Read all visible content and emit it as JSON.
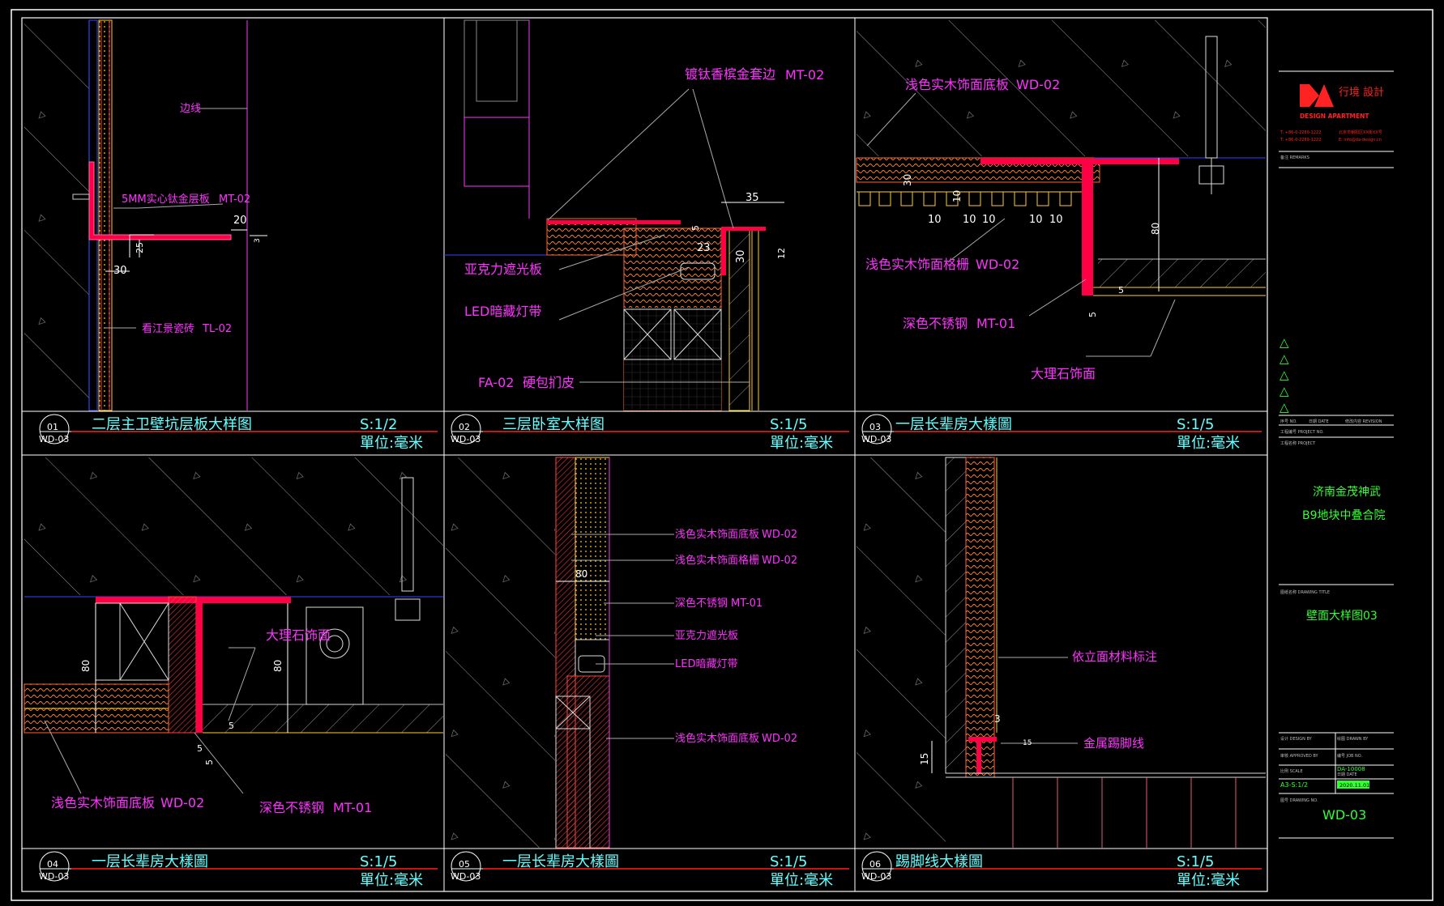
{
  "colors": {
    "background": "#000000",
    "frame": "#ffffff",
    "annotation": "#ff33ff",
    "title": "#66ffff",
    "scale_underline": "#ff2020",
    "dimension": "#ffffff",
    "hatch": "#bbbbbb",
    "wood": "#ffcc33",
    "metal": "#ff0044",
    "project_green": "#33ff33",
    "logo_red": "#ff2222"
  },
  "panels": [
    {
      "number": "01",
      "sheet": "WD-03",
      "title": "二层主卫壁坑层板大样图",
      "scale": "S:1/2",
      "unit": "單位:毫米",
      "labels": [
        "边线",
        "5MM实心钛金层板",
        "看江景瓷砖"
      ],
      "tags": [
        "MT-02",
        "TL-02"
      ],
      "dims": [
        "20",
        "25",
        "30",
        "3"
      ]
    },
    {
      "number": "02",
      "sheet": "WD-03",
      "title": "三层卧室大样图",
      "scale": "S:1/5",
      "unit": "單位:毫米",
      "labels": [
        "镀钛香槟金套边",
        "亚克力遮光板",
        "LED暗藏灯带",
        "硬包扪皮"
      ],
      "tags": [
        "MT-02",
        "FA-02"
      ],
      "dims": [
        "35",
        "5",
        "23",
        "30",
        "12"
      ]
    },
    {
      "number": "03",
      "sheet": "WD-03",
      "title": "一层长辈房大樣圖",
      "scale": "S:1/5",
      "unit": "單位:毫米",
      "labels": [
        "浅色实木饰面底板",
        "浅色实木饰面格栅",
        "深色不锈钢",
        "大理石饰面"
      ],
      "tags": [
        "WD-02",
        "WD-02",
        "MT-01"
      ],
      "dims": [
        "30",
        "10",
        "10",
        "10",
        "10",
        "10",
        "10",
        "80",
        "5",
        "5"
      ]
    },
    {
      "number": "04",
      "sheet": "WD-03",
      "title": "一层长辈房大樣圖",
      "scale": "S:1/5",
      "unit": "單位:毫米",
      "labels": [
        "大理石饰面",
        "浅色实木饰面底板",
        "深色不锈钢"
      ],
      "tags": [
        "WD-02",
        "MT-01"
      ],
      "dims": [
        "80",
        "80",
        "5",
        "5",
        "5"
      ]
    },
    {
      "number": "05",
      "sheet": "WD-03",
      "title": "一层长辈房大樣圖",
      "scale": "S:1/5",
      "unit": "單位:毫米",
      "labels": [
        "浅色实木饰面底板",
        "浅色实木饰面格栅",
        "深色不锈钢",
        "亚克力遮光板",
        "LED暗藏灯带",
        "浅色实木饰面底板"
      ],
      "tags": [
        "WD-02",
        "WD-02",
        "MT-01",
        "WD-02"
      ],
      "dims": [
        "80"
      ]
    },
    {
      "number": "06",
      "sheet": "WD-03",
      "title": "踢脚线大樣圖",
      "scale": "S:1/5",
      "unit": "單位:毫米",
      "labels": [
        "依立面材料标注",
        "金属踢脚线"
      ],
      "tags": [],
      "dims": [
        "3",
        "15",
        "15"
      ]
    }
  ],
  "title_block": {
    "logo_text_cn": "行境\n設計",
    "logo_text_en": "DESIGN APARTMENT",
    "contact_1": "T: +86-0-2289-1222",
    "contact_2": "T: +86-0-2289-1222",
    "address_1": "北京市朝阳区XX街XX号",
    "address_2": "E: info@da-design.cn",
    "remarks_label": "备注 REMARKS",
    "rev_symbols": [
      "△",
      "△",
      "△",
      "△",
      "△"
    ],
    "row_1a": "序号 NO.",
    "row_1b": "日期 DATE",
    "row_1c": "修改内容 REVISION",
    "row_2": "工程编号 PROJECT NO.",
    "row_3": "工程名称 PROJECT",
    "project_line_1": "济南金茂神武",
    "project_line_2": "B9地块中叠合院",
    "drawing_title_label": "图纸名称 DRAWING TITLE",
    "drawing_title": "壁面大样图03",
    "designed_by": "设计 DESIGN BY",
    "drawn_by": "绘图 DRAWN BY",
    "approved_by": "审核 APPROVED BY",
    "job_no_label": "编号 JOB NO.",
    "job_no": "DA-10008",
    "scale_label": "比例 SCALE",
    "scale": "A3-S:1/2",
    "date_label": "日期 DATE",
    "date": "2020.11.01",
    "sheet_no_label": "图号 DRAWING NO.",
    "sheet_no": "WD-03"
  }
}
